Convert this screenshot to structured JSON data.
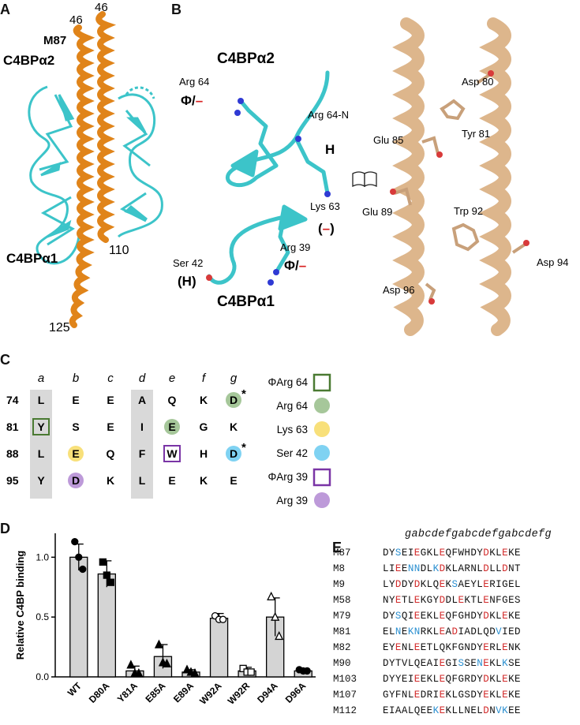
{
  "panels": {
    "A": {
      "letter": "A",
      "labels": {
        "n46_left": "46",
        "n46_right": "46",
        "m87": "M87",
        "c4bpa2": "C4BPα2",
        "c4bpa1": "C4BPα1",
        "n110": "110",
        "n125": "125"
      }
    },
    "B": {
      "letter": "B",
      "title_a2": "C4BPα2",
      "title_a1": "C4BPα1",
      "left_residues": {
        "arg64": "Arg 64",
        "arg64_phi": "Φ/",
        "arg64_minus": "–",
        "arg64n": "Arg 64-N",
        "arg64n_H": "H",
        "lys63": "Lys 63",
        "lys63_open": "(",
        "lys63_minus": "–",
        "lys63_close": ")",
        "ser42": "Ser 42",
        "ser42_H": "(H)",
        "arg39": "Arg 39",
        "arg39_phi": "Φ/",
        "arg39_minus": "–"
      },
      "right_residues": {
        "asp80": "Asp 80",
        "tyr81": "Tyr 81",
        "glu85": "Glu 85",
        "glu89": "Glu 89",
        "trp92": "Trp 92",
        "asp94": "Asp 94",
        "asp96": "Asp 96"
      },
      "colors": {
        "cyan": "#3cc4c9",
        "tan": "#ddb68c",
        "oxygen": "#d83a3a",
        "nitrogen": "#2f3ad4"
      }
    },
    "C": {
      "letter": "C",
      "heptad": [
        "a",
        "b",
        "c",
        "d",
        "e",
        "f",
        "g"
      ],
      "rows": [
        {
          "num": "74",
          "res": [
            "L",
            "E",
            "E",
            "A",
            "Q",
            "K",
            "D"
          ]
        },
        {
          "num": "81",
          "res": [
            "Y",
            "S",
            "E",
            "I",
            "E",
            "G",
            "K"
          ]
        },
        {
          "num": "88",
          "res": [
            "L",
            "E",
            "Q",
            "F",
            "W",
            "H",
            "D"
          ]
        },
        {
          "num": "95",
          "res": [
            "Y",
            "D",
            "K",
            "L",
            "E",
            "K",
            "E"
          ]
        }
      ],
      "asterisk": "*",
      "legend": [
        {
          "label": "ΦArg 64",
          "shape": "square",
          "color": "#4a7a32"
        },
        {
          "label": "Arg 64",
          "shape": "circle",
          "color": "#a6c79a"
        },
        {
          "label": "Lys 63",
          "shape": "circle",
          "color": "#f8e07a"
        },
        {
          "label": "Ser 42",
          "shape": "circle",
          "color": "#7fd2f2"
        },
        {
          "label": "ΦArg 39",
          "shape": "square",
          "color": "#7a35a6"
        },
        {
          "label": "Arg 39",
          "shape": "circle",
          "color": "#bd9ad9"
        }
      ]
    },
    "D": {
      "letter": "D"
    },
    "E": {
      "letter": "E",
      "header": "gabcdefgabcdefgabcdefg",
      "rows": [
        {
          "label": "M87",
          "seq": "DYSEIEGKLEQFWHDYDKLEKE"
        },
        {
          "label": "M8",
          "seq": "LIEENNDLKDKLARNLDLLDNT"
        },
        {
          "label": "M9",
          "seq": "LYDDYDKLQEKSAEYLERIGEL"
        },
        {
          "label": "M58",
          "seq": "NYETLEKGYDDLEKTLENFGES"
        },
        {
          "label": "M79",
          "seq": "DYSQIEEKLEQFGHDYDKLEKE"
        },
        {
          "label": "M81",
          "seq": "ELNEKNRKLEADIADLQDVIED"
        },
        {
          "label": "M82",
          "seq": "EYENLEETLQKFGNDYERLENK"
        },
        {
          "label": "M90",
          "seq": "DYTVLQEAIEGISSENEKLKSE"
        },
        {
          "label": "M103",
          "seq": "DYYEIEEKLEQFGRDYDKLEKE"
        },
        {
          "label": "M107",
          "seq": "GYFNLEDRIEKLGSDYEKLEKE"
        },
        {
          "label": "M112",
          "seq": "EIAALQEEKEKLLNELDNVKEE"
        }
      ]
    }
  },
  "chart_data": {
    "type": "bar",
    "categories": [
      "WT",
      "D80A",
      "Y81A",
      "E85A",
      "E89A",
      "W92A",
      "W92R",
      "D94A",
      "D96A"
    ],
    "values": [
      1.0,
      0.86,
      0.05,
      0.17,
      0.04,
      0.49,
      0.05,
      0.5,
      0.05
    ],
    "errors": [
      0.11,
      0.11,
      0.04,
      0.1,
      0.02,
      0.04,
      0.03,
      0.16,
      0.01
    ],
    "points": [
      [
        1.13,
        1.0,
        0.9
      ],
      [
        0.96,
        0.85,
        0.79
      ],
      [
        0.1,
        0.03,
        0.03
      ],
      [
        0.27,
        0.12,
        0.11
      ],
      [
        0.06,
        0.04,
        0.03
      ],
      [
        0.51,
        0.48,
        0.48
      ],
      [
        0.07,
        0.04,
        0.04
      ],
      [
        0.67,
        0.5,
        0.34
      ],
      [
        0.06,
        0.05,
        0.05
      ]
    ],
    "marker_shapes": [
      "circle",
      "square",
      "triangle",
      "triangle",
      "triangle",
      "circle-open",
      "square-open",
      "triangle-open",
      "circle"
    ],
    "ylabel": "Relative C4BP binding",
    "ylim": [
      0,
      1.2
    ],
    "yticks": [
      "0.0",
      "0.5",
      "1.0"
    ],
    "bar_color": "#d4d4d4"
  }
}
